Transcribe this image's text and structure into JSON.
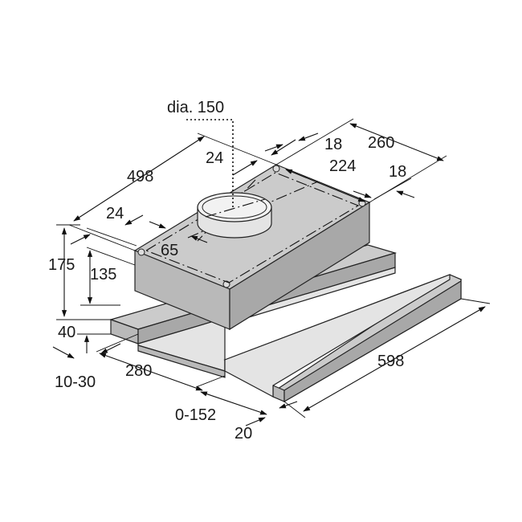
{
  "diagram": {
    "labels": {
      "dia": "dia. 150",
      "d260": "260",
      "d18a": "18",
      "d24a": "24",
      "d224": "224",
      "d18b": "18",
      "d498": "498",
      "d24b": "24",
      "d65": "65",
      "d175": "175",
      "d135": "135",
      "d40": "40",
      "d10_30": "10-30",
      "d280": "280",
      "d598": "598",
      "d0_152": "0-152",
      "d20": "20"
    }
  }
}
